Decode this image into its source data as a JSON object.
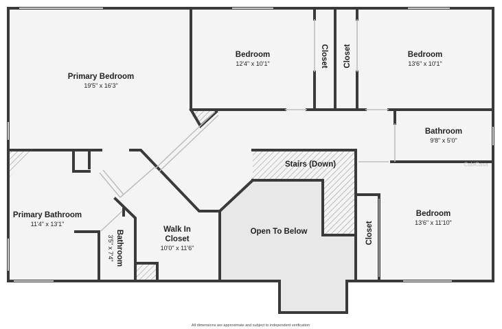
{
  "rooms": {
    "primary_bedroom": {
      "name": "Primary Bedroom",
      "dims": "19'5\" x 16'3\""
    },
    "bedroom_1": {
      "name": "Bedroom",
      "dims": "12'4\" x 10'1\""
    },
    "closet_1": {
      "name": "Closet"
    },
    "closet_2": {
      "name": "Closet"
    },
    "bedroom_2": {
      "name": "Bedroom",
      "dims": "13'6\" x 10'1\""
    },
    "bathroom": {
      "name": "Bathroom",
      "dims": "9'8\" x 5'0\""
    },
    "stairs": {
      "name": "Stairs (Down)"
    },
    "primary_bathroom": {
      "name": "Primary Bathroom",
      "dims": "11'4\" x 13'1\""
    },
    "small_bathroom": {
      "name": "Bathroom",
      "dims": "3'5\" x 7'4\""
    },
    "walk_in_closet": {
      "name_line1": "Walk In",
      "name_line2": "Closet",
      "dims": "10'0\" x 11'6\""
    },
    "open_to_below": {
      "name": "Open To Below"
    },
    "closet_3": {
      "name": "Closet"
    },
    "bedroom_3": {
      "name": "Bedroom",
      "dims": "13'6\" x 11'10\""
    }
  },
  "footer": {
    "disclaimer": "All dimensions are approximate and subject to independent verification"
  },
  "watermark": "CubiCasa",
  "colors": {
    "wall": "#3a3a3a",
    "floor": "#f4f4f4",
    "open_area": "#e8e8e8",
    "hatch": "#999999"
  }
}
